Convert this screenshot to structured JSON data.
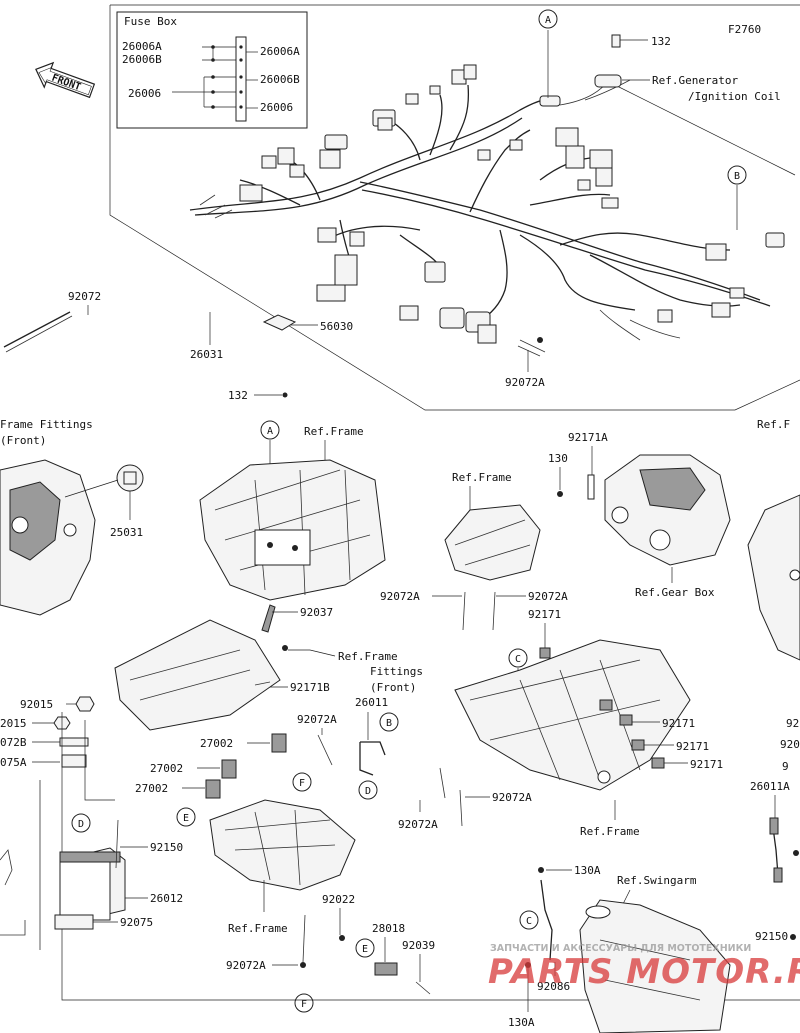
{
  "diagram_code": "F2760",
  "front_label": "FRONT",
  "fuse_box": {
    "title": "Fuse Box",
    "left_parts": [
      "26006A",
      "26006B",
      "26006"
    ],
    "right_parts": [
      "26006A",
      "26006B",
      "26006"
    ]
  },
  "callouts": [
    "A",
    "B",
    "C",
    "D",
    "E",
    "F"
  ],
  "refs": {
    "generator": "Ref.Generator",
    "ignition": "/Ignition Coil",
    "frame": "Ref.Frame",
    "frame_fittings": "Frame Fittings",
    "front": "(Front)",
    "frame_fittings_2": "Fittings",
    "gear_box": "Ref.Gear Box",
    "swingarm": "Ref.Swingarm",
    "ref_f": "Ref.F"
  },
  "parts": {
    "p132": "132",
    "p26031": "26031",
    "p56030": "56030",
    "p92072": "92072",
    "p92072A": "92072A",
    "p25031": "25031",
    "p92037": "92037",
    "p92171B": "92171B",
    "p92171A": "92171A",
    "p130": "130",
    "p92171": "92171",
    "p92015": "92015",
    "p92015b": "2015",
    "p92072B": "072B",
    "p92075A": "075A",
    "p26011": "26011",
    "p27002": "27002",
    "p92150": "92150",
    "p26012": "26012",
    "p92075": "92075",
    "p92022": "92022",
    "p28018": "28018",
    "p92039": "92039",
    "p130A": "130A",
    "p92086": "92086",
    "p26011A": "26011A",
    "p92150b": "92150",
    "p92cut": "92",
    "p920cut": "920",
    "p9cut": "9"
  },
  "watermark": {
    "line1": "ЗАПЧАСТИ И АКСЕССУАРЫ ДЛЯ МОТОТЕХНИКИ",
    "line2": "PARTS MOTOR.RU"
  },
  "colors": {
    "ink": "#222222",
    "watermark": "#d83a3a"
  }
}
